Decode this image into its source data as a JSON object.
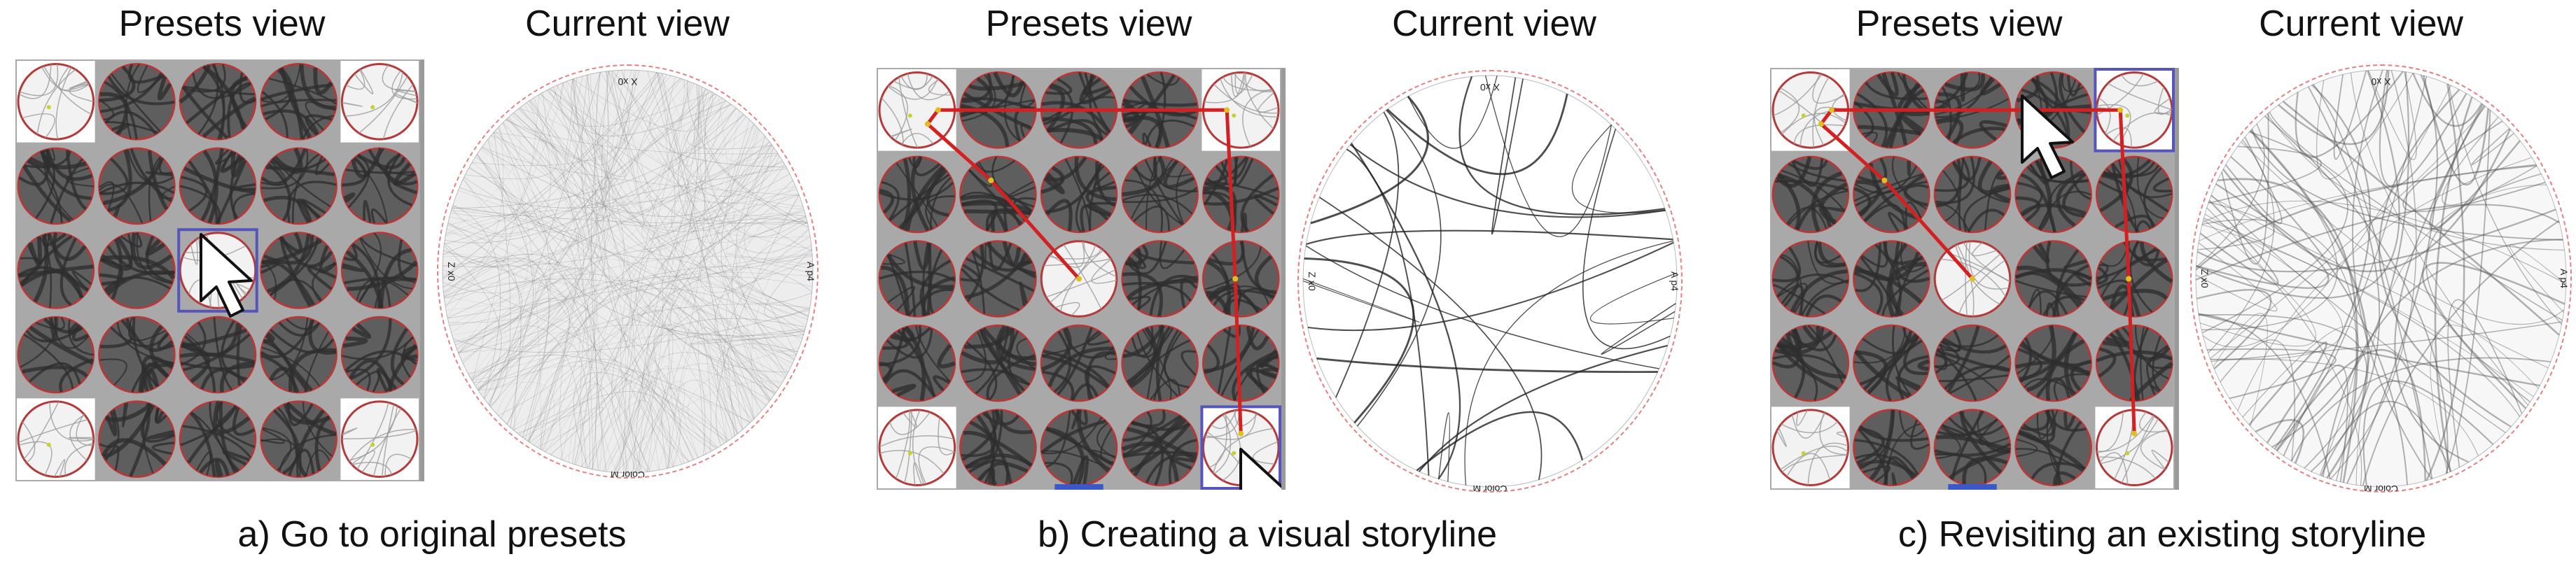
{
  "panels": [
    {
      "presets_title": "Presets view",
      "current_title": "Current view",
      "caption": "a) Go to original presets"
    },
    {
      "presets_title": "Presets view",
      "current_title": "Current view",
      "caption": "b) Creating a visual storyline"
    },
    {
      "presets_title": "Presets view",
      "current_title": "Current view",
      "caption": "c) Revisiting an existing storyline"
    }
  ],
  "view_labels": {
    "top": "X x0",
    "left": "Z x0",
    "right": "A p4",
    "bottom": "Color M"
  },
  "colors": {
    "storyline": "#d42020",
    "selection": "#5555bb",
    "cell_ring": "#b43a3a",
    "grid_bg": "#a9a9a9"
  },
  "icons": {
    "pointer": "mouse-cursor-icon"
  }
}
